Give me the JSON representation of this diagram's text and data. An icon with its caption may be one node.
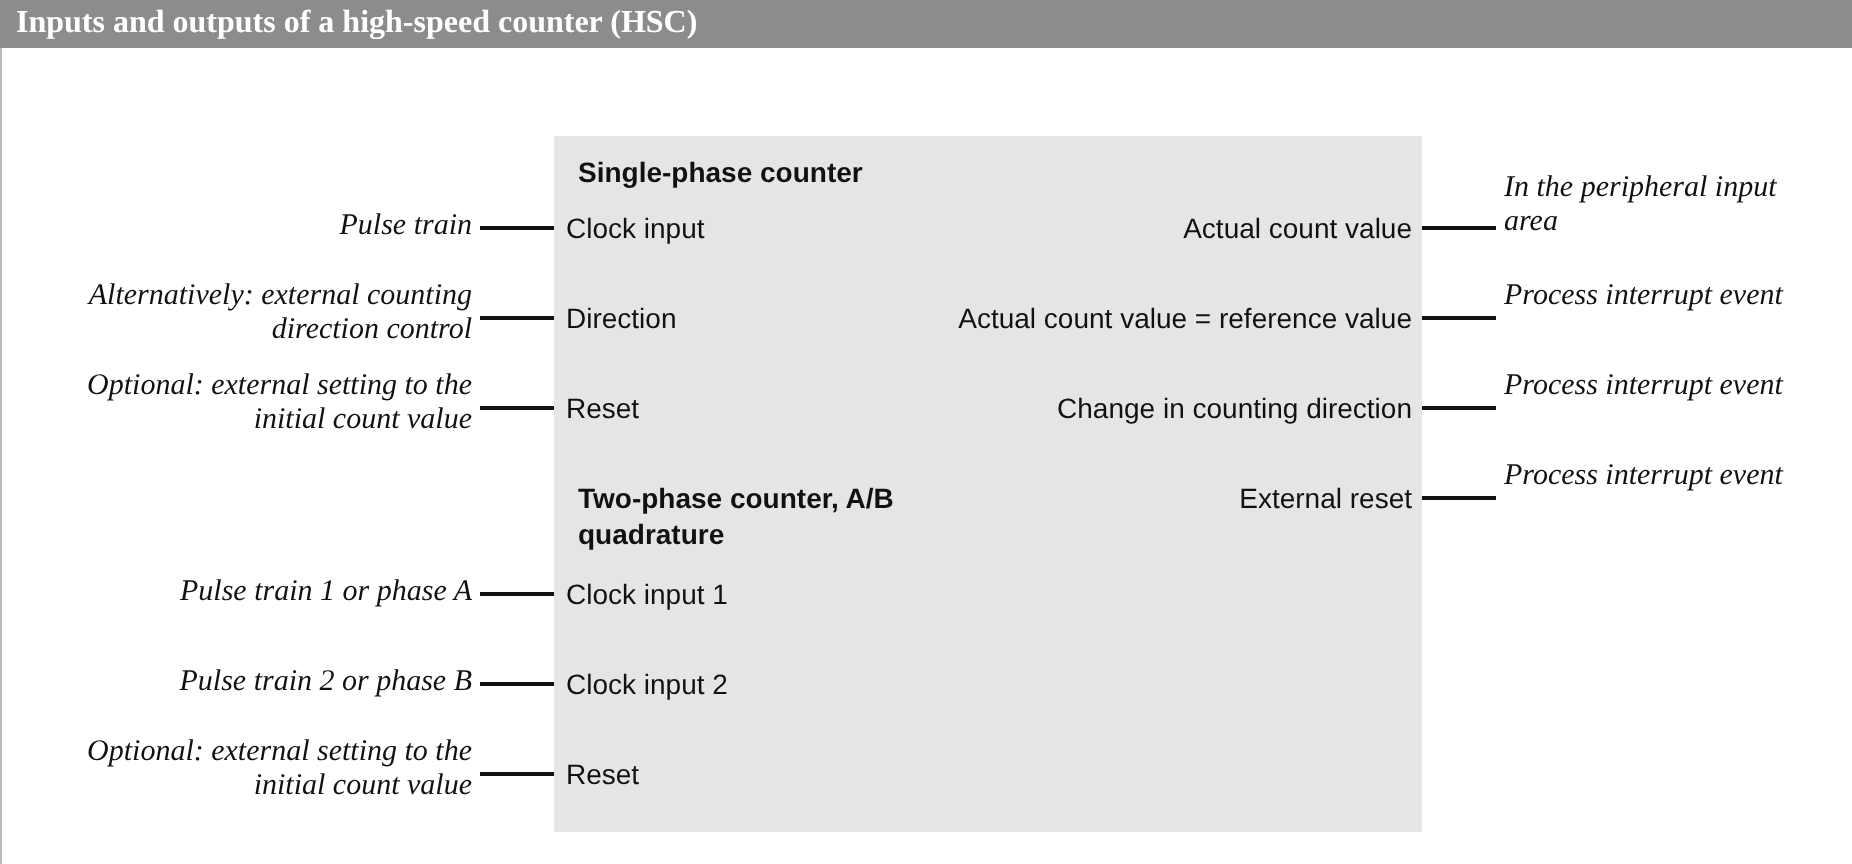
{
  "diagram": {
    "title": "Inputs and outputs of a high-speed counter (HSC)",
    "nodes": [
      {
        "text": [
          "Single-phase counter",
          "Two-phase counter, A/B quadrature"
        ]
      },
      {
        "text": [
          "Clock input"
        ],
        "in": 0
      },
      {
        "text": [
          "Direction"
        ],
        "in": 0
      },
      {
        "text": [
          "Reset"
        ],
        "in": 0
      },
      {
        "text": [
          "Clock input 1"
        ],
        "in": 0
      },
      {
        "text": [
          "Clock input 2"
        ],
        "in": 0
      },
      {
        "text": [
          "Reset"
        ],
        "in": 0
      },
      {
        "text": [
          "Actual count value"
        ],
        "in": 0
      },
      {
        "text": [
          "Actual count value = reference value"
        ],
        "in": 0
      },
      {
        "text": [
          "Change in counting direction"
        ],
        "in": 0
      },
      {
        "text": [
          "External reset"
        ],
        "in": 0
      },
      {
        "text": [
          "Pulse train"
        ]
      },
      {
        "text": [
          "Alternatively: external counting direction control"
        ]
      },
      {
        "text": [
          "Optional: external setting to the initial count value"
        ]
      },
      {
        "text": [
          "Pulse train 1 or phase A"
        ]
      },
      {
        "text": [
          "Pulse train 2 or phase B"
        ]
      },
      {
        "text": [
          "Optional: external setting to the initial count value"
        ]
      },
      {
        "text": [
          "In the peripheral input area"
        ]
      },
      {
        "text": [
          "Process interrupt event"
        ]
      },
      {
        "text": [
          "Process interrupt event"
        ]
      },
      {
        "text": [
          "Process interrupt event"
        ]
      }
    ],
    "edges": [
      {
        "from": 11,
        "to": 1,
        "arrow": "none"
      },
      {
        "from": 12,
        "to": 2,
        "arrow": "none"
      },
      {
        "from": 13,
        "to": 3,
        "arrow": "none"
      },
      {
        "from": 14,
        "to": 4,
        "arrow": "none"
      },
      {
        "from": 15,
        "to": 5,
        "arrow": "none"
      },
      {
        "from": 16,
        "to": 6,
        "arrow": "none"
      },
      {
        "from": 7,
        "to": 17,
        "arrow": "none"
      },
      {
        "from": 8,
        "to": 18,
        "arrow": "none"
      },
      {
        "from": 9,
        "to": 19,
        "arrow": "none"
      },
      {
        "from": 10,
        "to": 20,
        "arrow": "none"
      }
    ]
  }
}
